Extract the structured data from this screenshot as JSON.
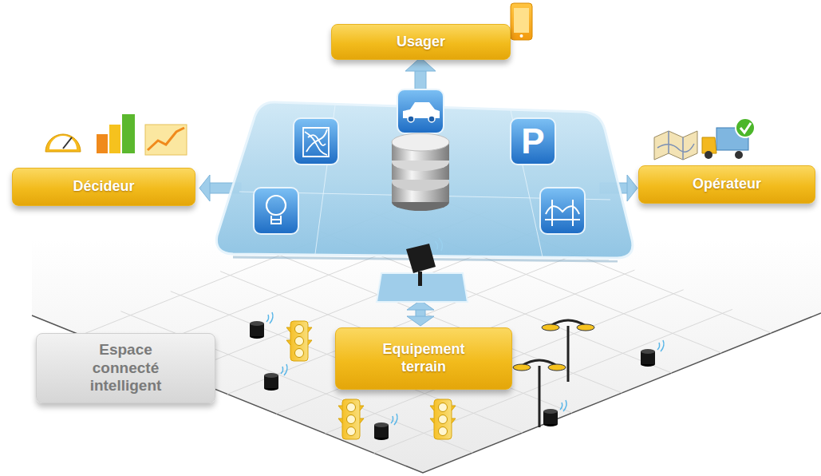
{
  "diagram": {
    "nodes": [
      {
        "text": [
          "Usager"
        ]
      },
      {
        "text": [
          "Décideur"
        ]
      },
      {
        "text": [
          "Opérateur"
        ]
      },
      {
        "text": [
          "Equipement terrain"
        ]
      },
      {
        "text": [
          "Espace connecté intelligent"
        ]
      }
    ],
    "labels": [
      "P"
    ]
  }
}
